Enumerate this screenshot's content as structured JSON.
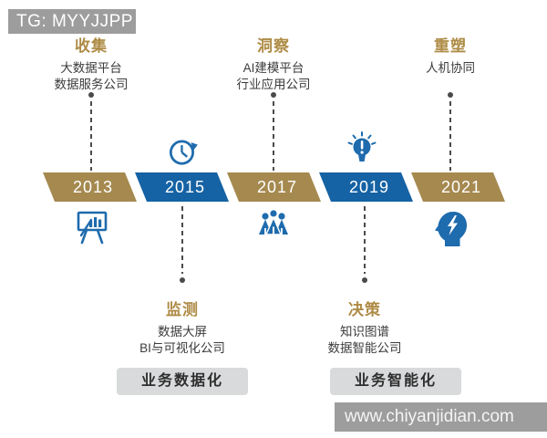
{
  "overlays": {
    "tg_label": "TG: MYYJJPP",
    "watermark": "www.chiyanjidian.com"
  },
  "timeline": {
    "columns": [
      {
        "year": "2013",
        "segment_color": "gold",
        "label_position": "top",
        "title": "收集",
        "lines": [
          "大数据平台",
          "数据服务公司"
        ],
        "icon": "presentation-board-icon",
        "icon_position": "below-segment"
      },
      {
        "year": "2015",
        "segment_color": "blue",
        "label_position": "bottom",
        "title": "监测",
        "lines": [
          "数据大屏",
          "BI与可视化公司"
        ],
        "icon": "clock-history-icon",
        "icon_position": "above-segment"
      },
      {
        "year": "2017",
        "segment_color": "gold",
        "label_position": "top",
        "title": "洞察",
        "lines": [
          "AI建模平台",
          "行业应用公司"
        ],
        "icon": "team-icon",
        "icon_position": "below-segment"
      },
      {
        "year": "2019",
        "segment_color": "blue",
        "label_position": "bottom",
        "title": "决策",
        "lines": [
          "知识图谱",
          "数据智能公司"
        ],
        "icon": "lightbulb-alert-icon",
        "icon_position": "above-segment"
      },
      {
        "year": "2021",
        "segment_color": "gold",
        "label_position": "top",
        "title": "重塑",
        "lines": [
          "人机协同"
        ],
        "icon": "head-lightning-icon",
        "icon_position": "below-segment"
      }
    ],
    "stage_labels": [
      "业务数据化",
      "业务智能化"
    ]
  },
  "colors": {
    "gold": "#A5894F",
    "blue": "#1562A4",
    "icon-blue": "#1E6BAD",
    "gold-text": "#AE8B45",
    "text": "#3C3C3C",
    "dash": "#4A4A4A",
    "stage-bg": "#D8DADB",
    "overlay-bg": "#9D9D9D"
  }
}
